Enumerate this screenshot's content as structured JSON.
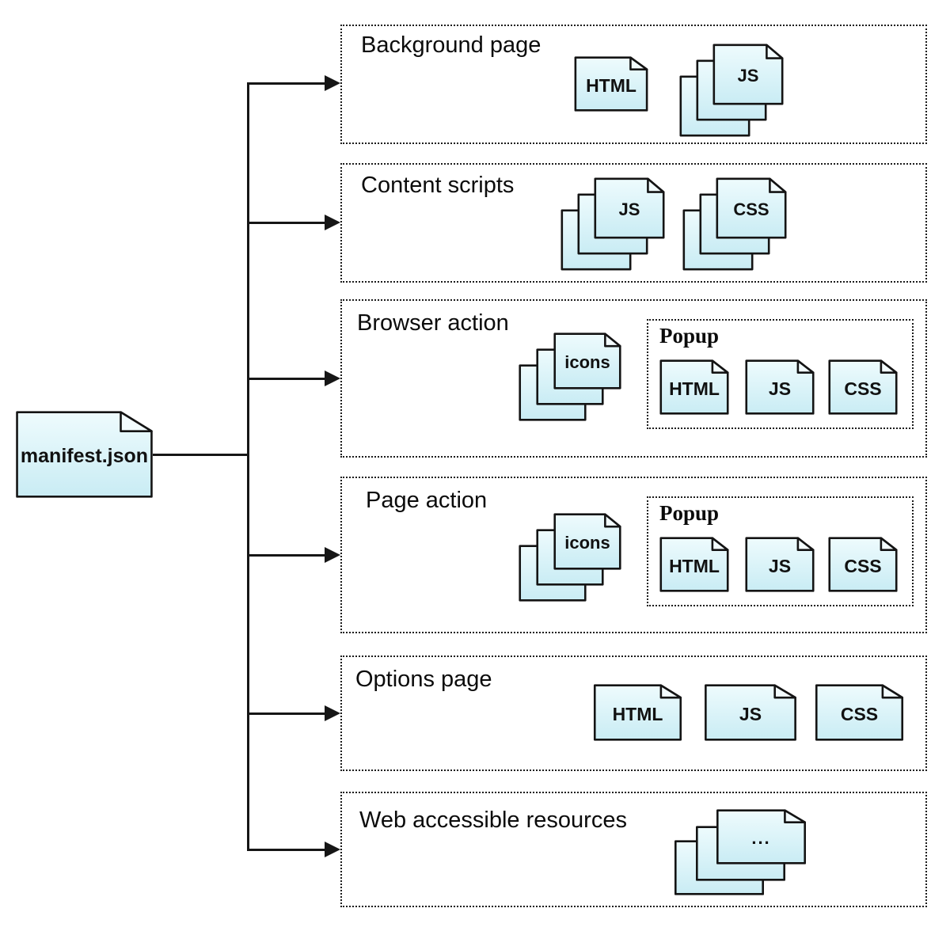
{
  "diagram": {
    "type": "browser-extension-architecture",
    "colors": {
      "doc_fill_top": "#eefbfd",
      "doc_fill_bottom": "#c9ecf4",
      "doc_stroke": "#141414",
      "line": "#161616",
      "box_border": "#1c1c1c",
      "background": "#ffffff"
    }
  },
  "manifest": {
    "label": "manifest.json"
  },
  "boxes": [
    {
      "title": "Background page",
      "files": [
        {
          "label": "HTML"
        },
        {
          "label": "JS"
        }
      ]
    },
    {
      "title": "Content scripts",
      "files": [
        {
          "label": "JS"
        },
        {
          "label": "CSS"
        }
      ]
    },
    {
      "title": "Browser action",
      "icons_stack": {
        "label": "icons"
      },
      "popup": {
        "title": "Popup",
        "files": [
          {
            "label": "HTML"
          },
          {
            "label": "JS"
          },
          {
            "label": "CSS"
          }
        ]
      }
    },
    {
      "title": "Page action",
      "icons_stack": {
        "label": "icons"
      },
      "popup": {
        "title": "Popup",
        "files": [
          {
            "label": "HTML"
          },
          {
            "label": "JS"
          },
          {
            "label": "CSS"
          }
        ]
      }
    },
    {
      "title": "Options page",
      "files": [
        {
          "label": "HTML"
        },
        {
          "label": "JS"
        },
        {
          "label": "CSS"
        }
      ]
    },
    {
      "title": "Web accessible resources",
      "files": [
        {
          "label": "..."
        }
      ]
    }
  ]
}
